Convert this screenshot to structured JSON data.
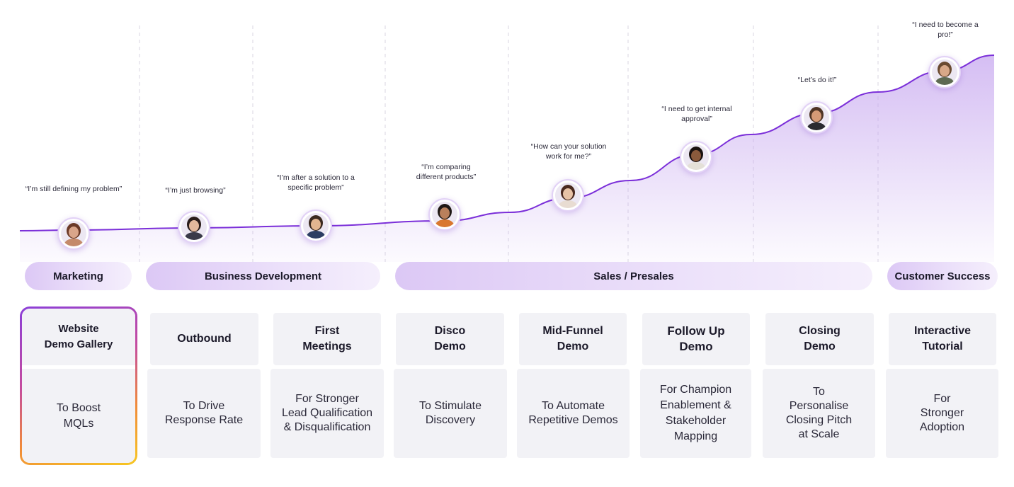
{
  "journey": {
    "line_color": "#7b2fd9",
    "area_color": "#c7a8ef",
    "personas": [
      {
        "quote": "“I’m still defining my problem”",
        "avatar": "woman-curly-hair-avatar",
        "skin": "#d9a58a",
        "hair": "#6b3a28",
        "shirt": "#c48a6b"
      },
      {
        "quote": "“I’m just browsing”",
        "avatar": "woman-dark-hair-avatar",
        "skin": "#e3b99c",
        "hair": "#2a1d1a",
        "shirt": "#3a3a48"
      },
      {
        "quote": "“I’m after a solution to a specific problem”",
        "avatar": "man-suit-avatar",
        "skin": "#e2b590",
        "hair": "#3b2a20",
        "shirt": "#2c3d63"
      },
      {
        "quote": "“I’m comparing different products”",
        "avatar": "man-glasses-beard-avatar",
        "skin": "#b9805c",
        "hair": "#1f1815",
        "shirt": "#d9772f"
      },
      {
        "quote": "“How can your solution work for me?”",
        "avatar": "woman-long-hair-avatar",
        "skin": "#e7c2a6",
        "hair": "#4a2a20",
        "shirt": "#e8dcd2"
      },
      {
        "quote": "“I need to get internal approval”",
        "avatar": "woman-afro-avatar",
        "skin": "#8a5a3c",
        "hair": "#1a1210",
        "shirt": "#e4e0d8"
      },
      {
        "quote": "“Let’s do it!”",
        "avatar": "man-beard-avatar",
        "skin": "#d59a76",
        "hair": "#4e3424",
        "shirt": "#2a2a30"
      },
      {
        "quote": "“I need to become a pro!”",
        "avatar": "man-casual-avatar",
        "skin": "#d8a888",
        "hair": "#6a4a30",
        "shirt": "#5e6a52"
      }
    ]
  },
  "stages": [
    {
      "label": "Marketing"
    },
    {
      "label": "Business Development"
    },
    {
      "label": "Sales / Presales"
    },
    {
      "label": "Customer Success"
    }
  ],
  "demos": [
    {
      "title": "Website\nDemo Gallery",
      "purpose": "To Boost\nMQLs",
      "highlighted": true
    },
    {
      "title": "Outbound",
      "purpose": "To Drive\nResponse Rate"
    },
    {
      "title": "First\nMeetings",
      "purpose": "For Stronger\nLead Qualification\n& Disqualification"
    },
    {
      "title": "Disco\nDemo",
      "purpose": "To Stimulate\nDiscovery"
    },
    {
      "title": "Mid-Funnel\nDemo",
      "purpose": "To Automate\nRepetitive Demos"
    },
    {
      "title": "Follow Up\nDemo",
      "purpose": "For Champion\nEnablement &\nStakeholder\nMapping"
    },
    {
      "title": "Closing\nDemo",
      "purpose": "To\nPersonalise\nClosing Pitch\nat Scale"
    },
    {
      "title": "Interactive\nTutorial",
      "purpose": "For\nStronger\nAdoption"
    }
  ],
  "highlight_gradient": [
    "#8b3fd9",
    "#c44ba0",
    "#f08a3a",
    "#f7c722"
  ]
}
